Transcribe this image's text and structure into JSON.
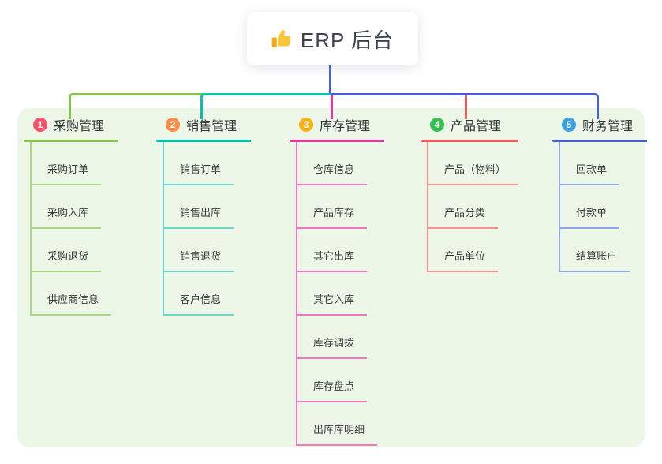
{
  "root": {
    "label": "ERP 后台",
    "icon": "thumbs-up-icon",
    "icon_color": "#f7b825",
    "line_color": "#4a5ed1"
  },
  "canvas": {
    "panel_color": "#ecf7e8",
    "background_color": "#ffffff"
  },
  "branches": [
    {
      "index": "1",
      "label": "采购管理",
      "badge_color": "#f3536d",
      "line_color": "#88c14e",
      "child_line_color": "#a9d884",
      "children": [
        "采购订单",
        "采购入库",
        "采购退货",
        "供应商信息"
      ]
    },
    {
      "index": "2",
      "label": "销售管理",
      "badge_color": "#fb8b46",
      "line_color": "#0abdb0",
      "child_line_color": "#72d2c8",
      "children": [
        "销售订单",
        "销售出库",
        "销售退货",
        "客户信息"
      ]
    },
    {
      "index": "3",
      "label": "库存管理",
      "badge_color": "#f8b219",
      "line_color": "#dd3aa2",
      "child_line_color": "#ee77c0",
      "children": [
        "仓库信息",
        "产品库存",
        "其它出库",
        "其它入库",
        "库存调拨",
        "库存盘点",
        "出库库明细"
      ]
    },
    {
      "index": "4",
      "label": "产品管理",
      "badge_color": "#38bf52",
      "line_color": "#f15b5b",
      "child_line_color": "#f5948d",
      "children": [
        "产品（物料）",
        "产品分类",
        "产品单位"
      ]
    },
    {
      "index": "5",
      "label": "财务管理",
      "badge_color": "#38a2e2",
      "line_color": "#4a5ed1",
      "child_line_color": "#92a6e8",
      "children": [
        "回款单",
        "付款单",
        "结算账户"
      ]
    }
  ]
}
